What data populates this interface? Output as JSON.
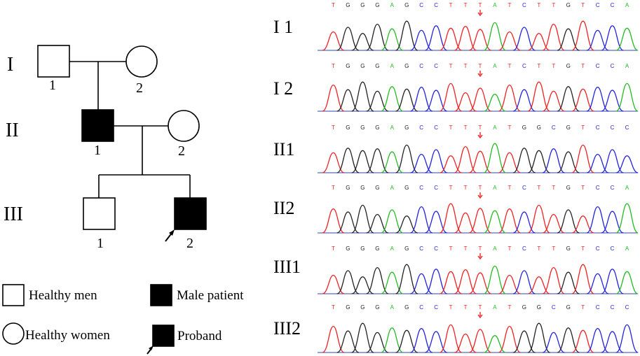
{
  "pedigree": {
    "generations": [
      {
        "label": "I",
        "members": [
          {
            "number": "1",
            "sex": "male",
            "status": "healthy"
          },
          {
            "number": "2",
            "sex": "female",
            "status": "healthy"
          }
        ]
      },
      {
        "label": "II",
        "members": [
          {
            "number": "1",
            "sex": "male",
            "status": "affected"
          },
          {
            "number": "2",
            "sex": "female",
            "status": "healthy"
          }
        ]
      },
      {
        "label": "III",
        "members": [
          {
            "number": "1",
            "sex": "male",
            "status": "healthy"
          },
          {
            "number": "2",
            "sex": "male",
            "status": "affected",
            "proband": true
          }
        ]
      }
    ]
  },
  "legend": {
    "healthy_men": "Healthy men",
    "healthy_women": "Healthy women",
    "male_patient": "Male patient",
    "proband": "Proband"
  },
  "chromatograms": [
    {
      "label": "I 1",
      "sequence": "TGGGAGCCTTTATCTTGTCCA"
    },
    {
      "label": "I 2",
      "sequence": "TGGGAGCCTTTATCTTGTCCA"
    },
    {
      "label": "II1",
      "sequence": "TGGGAGCCTTTATGGCGTCCC"
    },
    {
      "label": "II2",
      "sequence": "TGGGAGCCTTTATCTTGTCCA"
    },
    {
      "label": "III1",
      "sequence": "TGGGAGCCTTTATCTTGTCCA"
    },
    {
      "label": "III2",
      "sequence": "TGGGAGCCTTTATGGCGTCCC"
    }
  ],
  "base_colors": {
    "A": "#22bb22",
    "C": "#2222dd",
    "G": "#222222",
    "T": "#ee2222"
  },
  "mutation_marker_color": "#ee2222"
}
